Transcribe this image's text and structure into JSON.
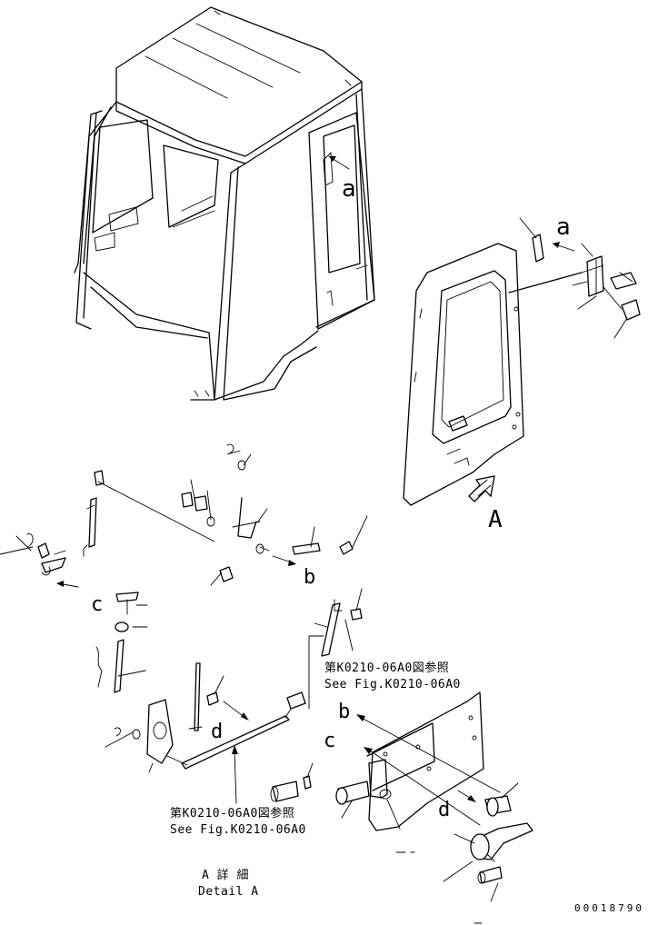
{
  "labels": {
    "a_top": "a",
    "a_door": "a",
    "A_view": "A",
    "b_link": "b",
    "c_link": "c",
    "d_link": "d",
    "b_plate": "b",
    "c_plate": "c",
    "d_plate": "d"
  },
  "notes": {
    "ref1_jp": "第K0210-06A0図参照",
    "ref1_en": "See Fig.K0210-06A0",
    "ref2_jp": "第K0210-06A0図参照",
    "ref2_en": "See Fig.K0210-06A0",
    "detail_jp": "A 詳 細",
    "detail_en": "Detail A"
  },
  "drawing_number": "00018790"
}
